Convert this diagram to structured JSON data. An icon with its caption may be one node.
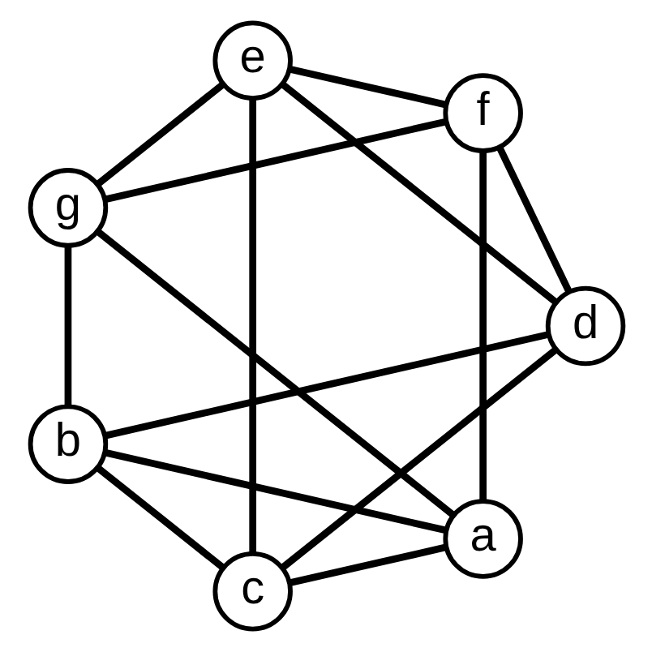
{
  "diagram": {
    "nodes": [
      {
        "text": [
          "a"
        ]
      },
      {
        "text": [
          "b"
        ]
      },
      {
        "text": [
          "g"
        ]
      },
      {
        "text": [
          "c"
        ]
      },
      {
        "text": [
          "f"
        ]
      },
      {
        "text": [
          "d"
        ]
      },
      {
        "text": [
          "e"
        ]
      }
    ],
    "edges": [
      {
        "from": 0,
        "to": 1,
        "arrow": "none"
      },
      {
        "from": 1,
        "to": 3,
        "arrow": "none"
      },
      {
        "from": 3,
        "to": 5,
        "arrow": "none"
      },
      {
        "from": 5,
        "to": 6,
        "arrow": "none"
      },
      {
        "from": 6,
        "to": 4,
        "arrow": "none"
      },
      {
        "from": 4,
        "to": 2,
        "arrow": "none"
      },
      {
        "from": 2,
        "to": 0,
        "arrow": "none"
      },
      {
        "from": 1,
        "to": 2,
        "arrow": "none"
      },
      {
        "from": 0,
        "to": 3,
        "arrow": "none"
      },
      {
        "from": 0,
        "to": 4,
        "arrow": "none"
      },
      {
        "from": 1,
        "to": 5,
        "arrow": "none"
      },
      {
        "from": 3,
        "to": 6,
        "arrow": "none"
      },
      {
        "from": 5,
        "to": 4,
        "arrow": "none"
      },
      {
        "from": 2,
        "to": 6,
        "arrow": "none"
      }
    ]
  }
}
